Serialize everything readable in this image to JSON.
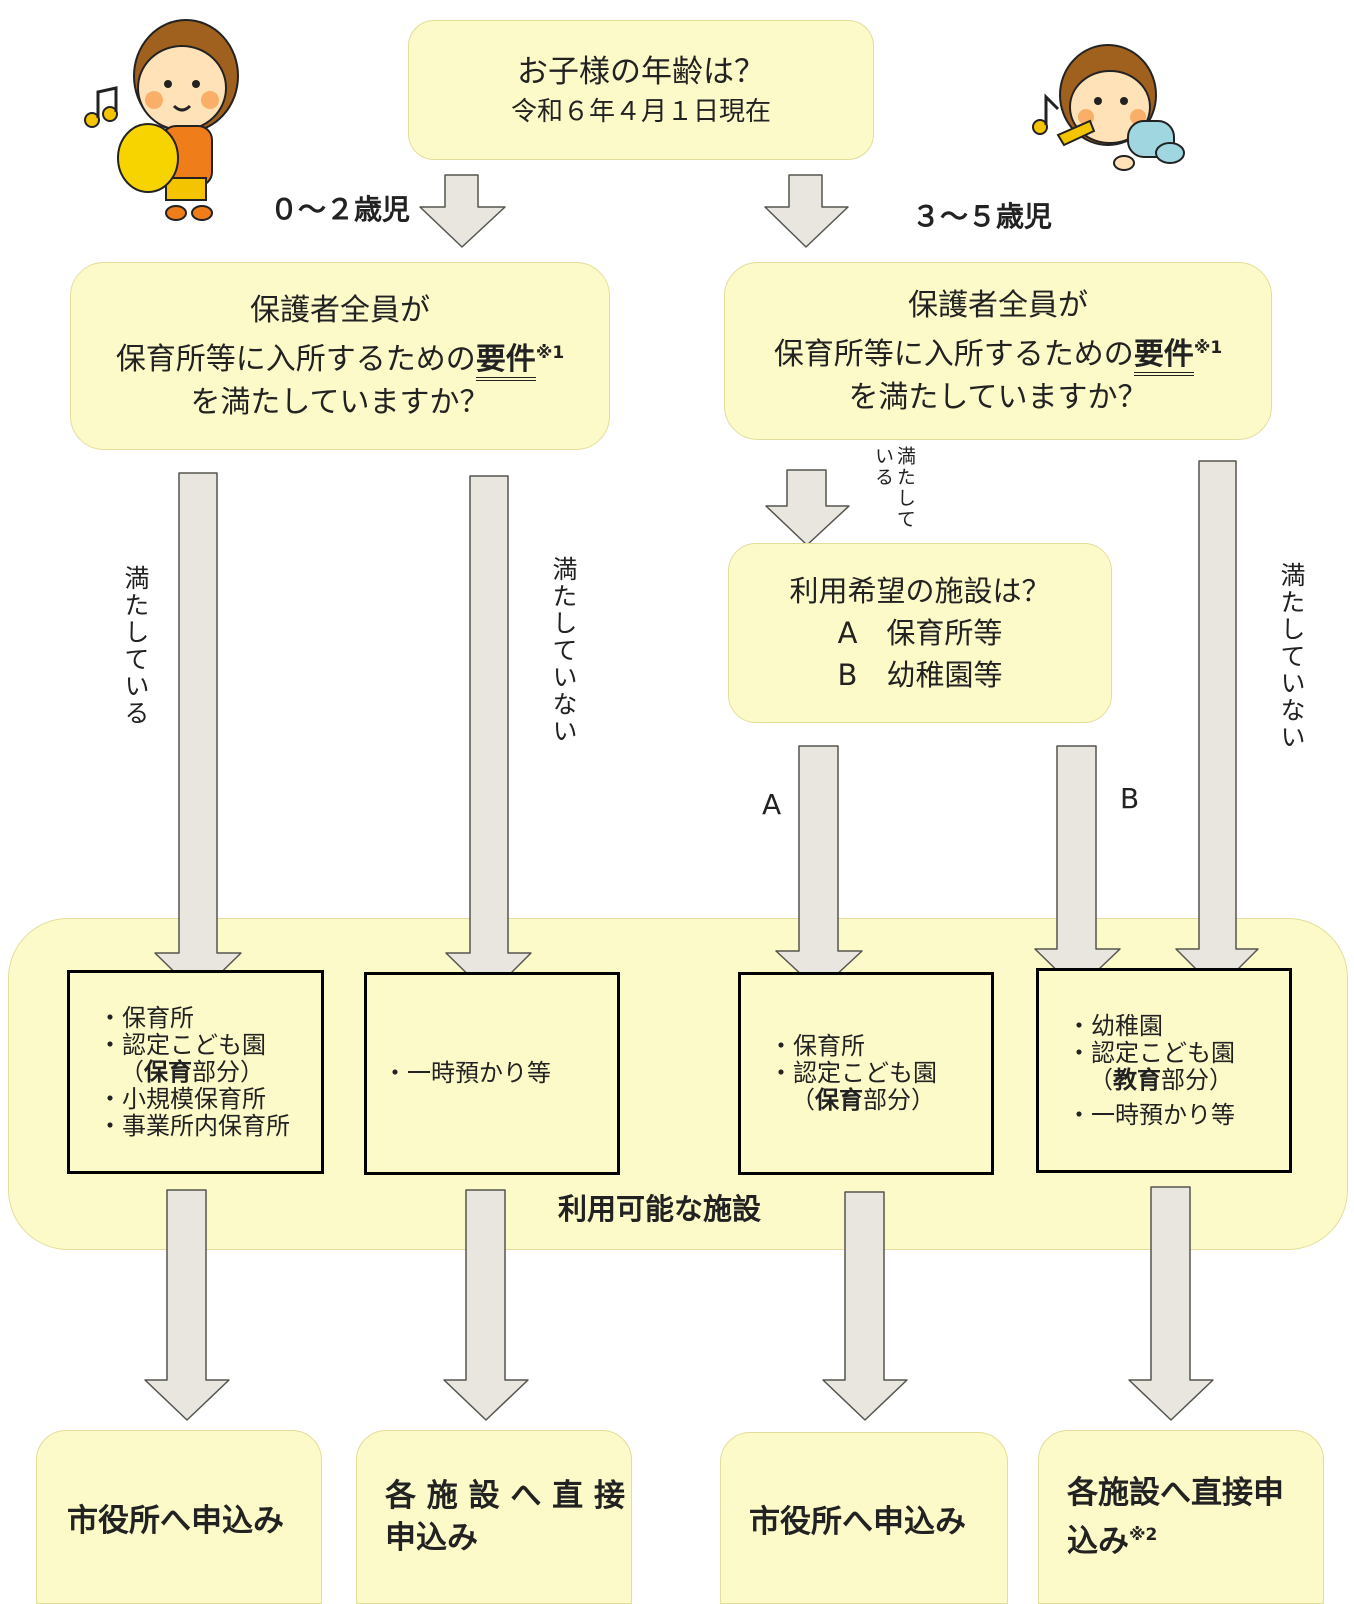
{
  "top_question": {
    "line1": "お子様の年齢は？",
    "line2": "令和６年４月１日現在"
  },
  "age_left": "０～２歳児",
  "age_right": "３～５歳児",
  "requirement_question": {
    "line1": "保護者全員が",
    "line2_prefix": "保育所等に入所するための",
    "line2_keyword": "要件",
    "line2_note": "※1",
    "line3": "を満たしていますか？"
  },
  "labels": {
    "satisfied": "満たしている",
    "not_satisfied": "満たしていない",
    "satisfied_short": "満たしている",
    "option_a": "A",
    "option_b": "B"
  },
  "choice_question": {
    "line1": "利用希望の施設は？",
    "line2": "A　保育所等",
    "line3": "B　幼稚園等"
  },
  "facility_area_title": "利用可能な施設",
  "facilities": {
    "box1": {
      "i1": "・保育所",
      "i2": "・認定こども園",
      "i3_open": "（",
      "i3_bold": "保育",
      "i3_rest": "部分）",
      "i4": "・小規模保育所",
      "i5": "・事業所内保育所"
    },
    "box2": {
      "i1": "・一時預かり等"
    },
    "box3": {
      "i1": "・保育所",
      "i2": "・認定こども園",
      "i3_open": "（",
      "i3_bold": "保育",
      "i3_rest": "部分）"
    },
    "box4": {
      "i1": "・幼稚園",
      "i2": "・認定こども園",
      "i3_open": "（",
      "i3_bold": "教育",
      "i3_rest": "部分）",
      "i4": "・一時預かり等"
    }
  },
  "applications": {
    "a1": "市役所へ申込み",
    "a2_line1": "各 施 設 へ 直 接",
    "a2_line2": "申込み",
    "a3": "市役所へ申込み",
    "a4_line1": "各施設へ直接申",
    "a4_line2": "込み",
    "a4_note": "※2"
  },
  "colors": {
    "box_fill": "#fdfac9",
    "arrow_fill": "#e8e6df",
    "arrow_stroke": "#55554f"
  }
}
